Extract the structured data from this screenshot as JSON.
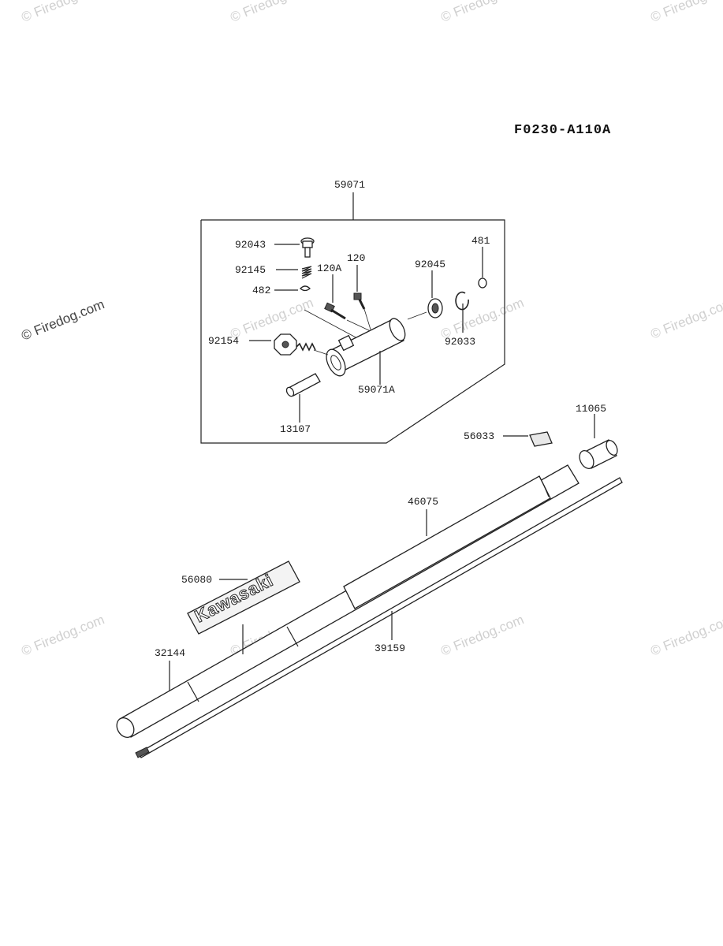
{
  "figure_code": "F0230-A110A",
  "watermark_text": "© Firedog.com",
  "decal_text": "Kawasaki",
  "callouts": {
    "c59071": "59071",
    "c92043": "92043",
    "c92145": "92145",
    "c482": "482",
    "c120A": "120A",
    "c120": "120",
    "c92045": "92045",
    "c481": "481",
    "c92033": "92033",
    "c92154": "92154",
    "c59071A": "59071A",
    "c13107": "13107",
    "c11065": "11065",
    "c56033": "56033",
    "c46075": "46075",
    "c56080": "56080",
    "c39159": "39159",
    "c32144": "32144"
  },
  "colors": {
    "line": "#222222",
    "watermark": "#d0d0d0"
  }
}
